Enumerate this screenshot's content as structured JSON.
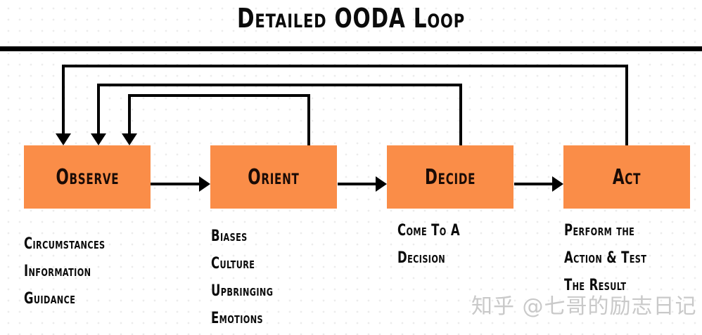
{
  "title": "Detailed OODA Loop",
  "colors": {
    "box_fill": "#FA8D48",
    "box_text": "#1a0b06",
    "line": "#000000",
    "text": "#0b0b0b",
    "watermark": "#c9c9c9"
  },
  "stages": [
    {
      "id": "observe",
      "label": "Observe",
      "notes": [
        "Circumstances",
        "Information",
        "Guidance"
      ]
    },
    {
      "id": "orient",
      "label": "Orient",
      "notes": [
        "Biases",
        "Culture",
        "Upbringing",
        "Emotions"
      ]
    },
    {
      "id": "decide",
      "label": "Decide",
      "notes": [
        "Come To A",
        "Decision"
      ]
    },
    {
      "id": "act",
      "label": "Act",
      "notes": [
        "Perform the",
        "Action & Test",
        "The Result"
      ]
    }
  ],
  "flow": [
    {
      "from": "observe",
      "to": "orient",
      "type": "forward"
    },
    {
      "from": "orient",
      "to": "decide",
      "type": "forward"
    },
    {
      "from": "decide",
      "to": "act",
      "type": "forward"
    },
    {
      "from": "act",
      "to": "observe",
      "type": "feedback"
    },
    {
      "from": "decide",
      "to": "observe",
      "type": "feedback"
    },
    {
      "from": "orient",
      "to": "observe",
      "type": "feedback"
    }
  ],
  "watermark": "知乎 @七哥的励志日记"
}
